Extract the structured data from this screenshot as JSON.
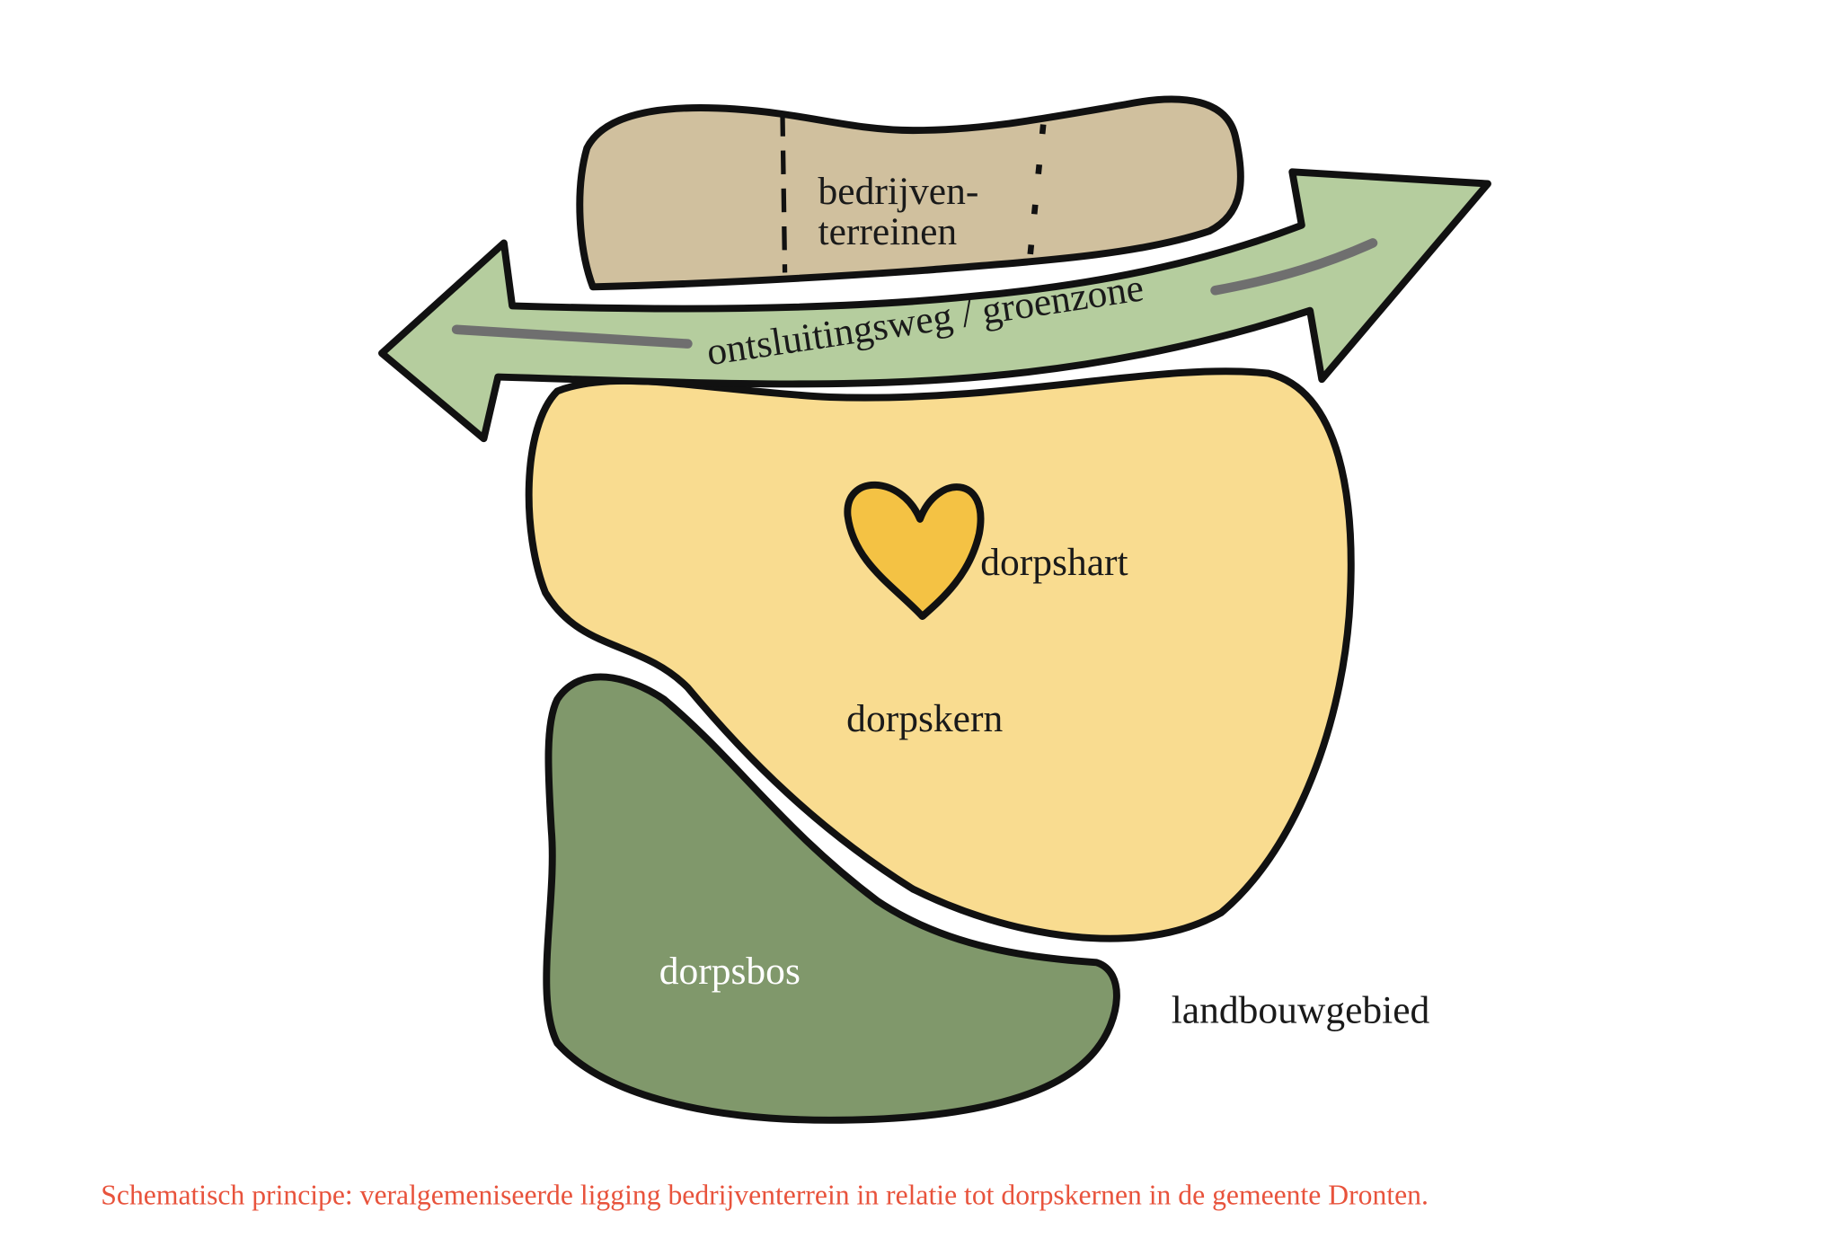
{
  "diagram": {
    "labels": {
      "business_line1": "bedrijven-",
      "business_line2": "terreinen",
      "road": "ontsluitingsweg / groenzone",
      "heart": "dorpshart",
      "core": "dorpskern",
      "forest": "dorpsbos",
      "agri": "landbouwgebied"
    },
    "colors": {
      "business": "#d0c09e",
      "road": "#b5cd9e",
      "core": "#f9dc90",
      "heart": "#f4c244",
      "forest": "#80986b",
      "caption": "#e8533c"
    }
  },
  "caption": "Schematisch principe: veralgemeniseerde ligging bedrijventerrein in relatie tot dorpskernen in de gemeente Dronten."
}
